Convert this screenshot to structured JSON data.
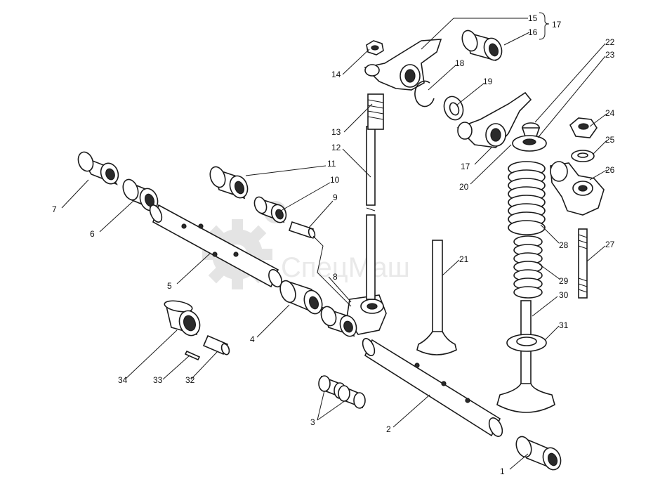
{
  "watermark": {
    "text": "СпецМаш"
  },
  "callouts": [
    "1",
    "2",
    "3",
    "4",
    "5",
    "6",
    "7",
    "8",
    "9",
    "10",
    "11",
    "12",
    "13",
    "14",
    "15",
    "16",
    "17",
    "17",
    "18",
    "19",
    "20",
    "21",
    "22",
    "23",
    "24",
    "25",
    "26",
    "27",
    "28",
    "29",
    "30",
    "31",
    "32",
    "33",
    "34"
  ]
}
